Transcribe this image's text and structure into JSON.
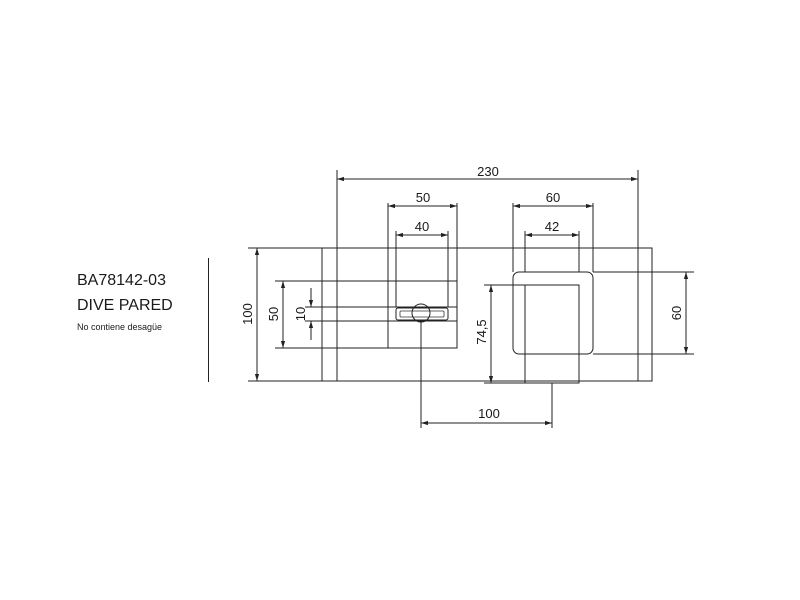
{
  "product": {
    "code": "BA78142-03",
    "model": "DIVE PARED",
    "note": "No contiene desagüe"
  },
  "dimensions": {
    "overall_width": "230",
    "spout_outer_width": "50",
    "spout_inner_width": "40",
    "handle_outer_width": "60",
    "handle_inner_width": "42",
    "plate_height": "100",
    "spout_height": "50",
    "outlet_height": "10",
    "handle_offset": "74,5",
    "handle_plate_height": "60",
    "center_distance": "100"
  }
}
